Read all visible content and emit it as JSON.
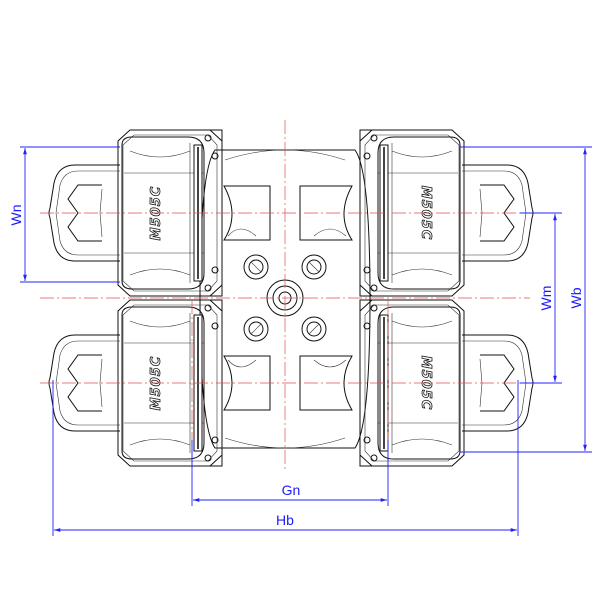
{
  "drawing": {
    "brand_text": "M505C",
    "dimensions": {
      "wn": "Wn",
      "wm": "Wm",
      "wb": "Wb",
      "gn": "Gn",
      "hb": "Hb"
    }
  },
  "colors": {
    "dimension": "#2020ff",
    "centerline": "#e05050",
    "outline": "#111111"
  }
}
